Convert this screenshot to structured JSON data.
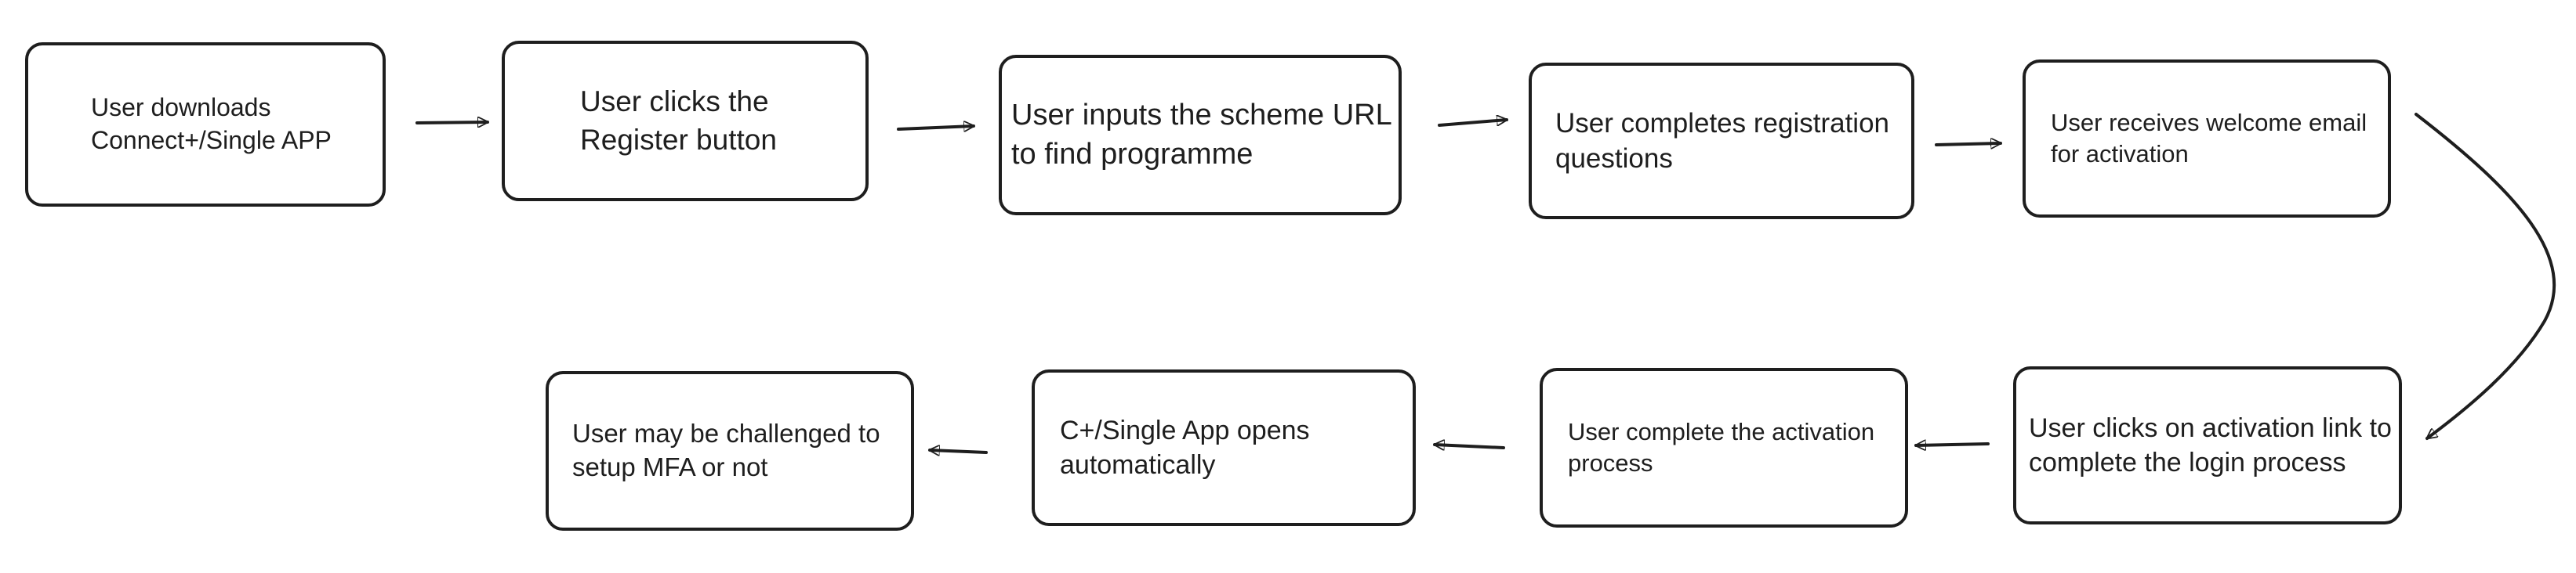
{
  "diagram": {
    "type": "flowchart",
    "steps": [
      {
        "id": "s1",
        "text": "User downloads\nConnect+/Single APP"
      },
      {
        "id": "s2",
        "text": "User clicks the\nRegister button"
      },
      {
        "id": "s3",
        "text": "User inputs the scheme URL\nto find programme"
      },
      {
        "id": "s4",
        "text": "User completes registration\n questions"
      },
      {
        "id": "s5",
        "text": "User receives welcome email\nfor activation"
      },
      {
        "id": "s6",
        "text": "User clicks on activation link to\ncomplete the login process"
      },
      {
        "id": "s7",
        "text": "User complete the activation\nprocess"
      },
      {
        "id": "s8",
        "text": "C+/Single App opens\nautomatically"
      },
      {
        "id": "s9",
        "text": "User may be challenged to\nsetup MFA or not"
      }
    ],
    "connections": [
      {
        "from": "s1",
        "to": "s2"
      },
      {
        "from": "s2",
        "to": "s3"
      },
      {
        "from": "s3",
        "to": "s4"
      },
      {
        "from": "s4",
        "to": "s5"
      },
      {
        "from": "s5",
        "to": "s6"
      },
      {
        "from": "s6",
        "to": "s7"
      },
      {
        "from": "s7",
        "to": "s8"
      },
      {
        "from": "s8",
        "to": "s9"
      }
    ],
    "colors": {
      "stroke": "#1e1e1e",
      "fill": "#ffffff",
      "text": "#1e1e1e"
    }
  }
}
